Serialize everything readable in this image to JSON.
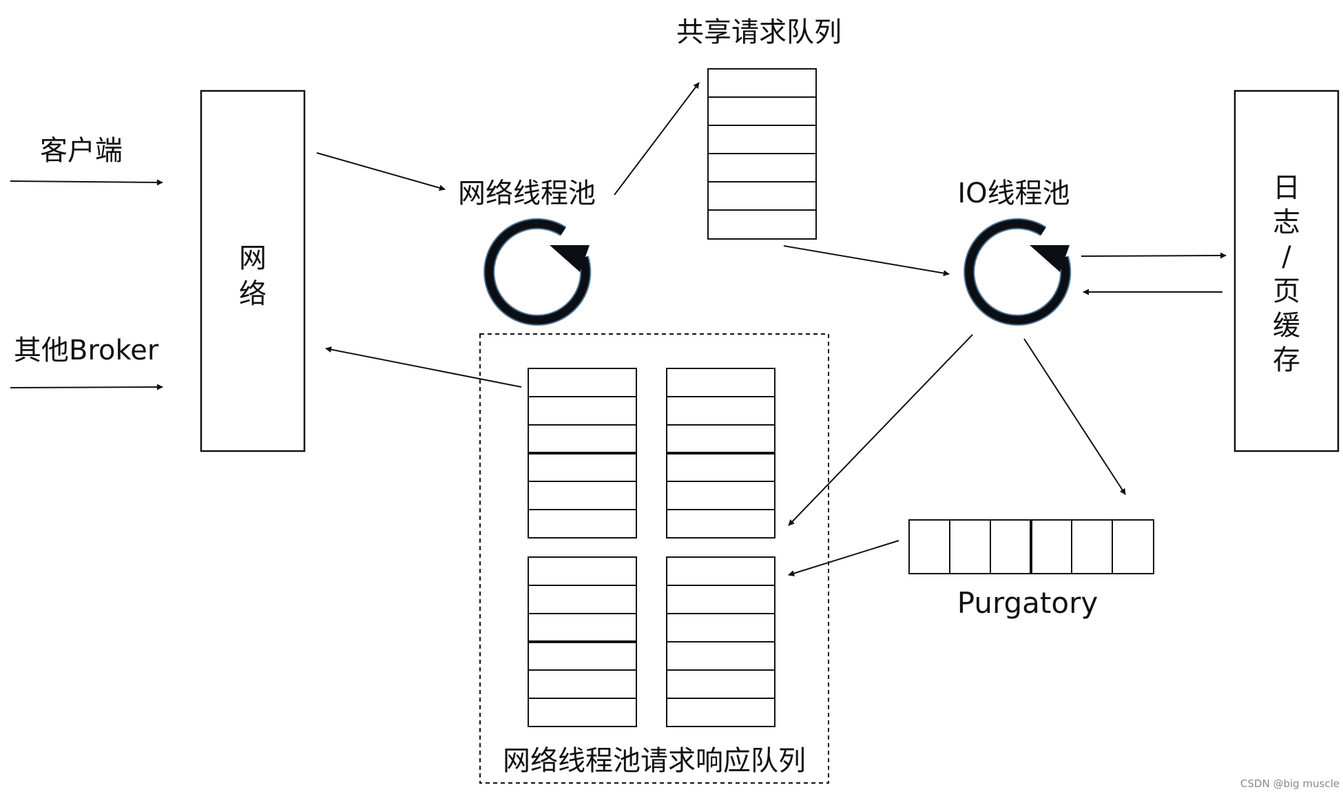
{
  "labels": {
    "client": "客户端",
    "other_broker": "其他Broker",
    "network_box_line1": "网",
    "network_box_line2": "络",
    "network_thread_pool": "网络线程池",
    "shared_request_queue": "共享请求队列",
    "io_thread_pool": "IO线程池",
    "log_cache_chars": [
      "日",
      "志",
      "/",
      "页",
      "缓",
      "存"
    ],
    "purgatory": "Purgatory",
    "response_queues": "网络线程池请求响应队列",
    "watermark": "CSDN @big muscle"
  },
  "icons": {
    "network_pool_cycle": "circular-refresh-icon",
    "io_pool_cycle": "circular-refresh-icon"
  },
  "colors": {
    "line": "#111111",
    "cycle_ring": "#0b0f14",
    "cycle_edge": "#4a6f8f"
  }
}
